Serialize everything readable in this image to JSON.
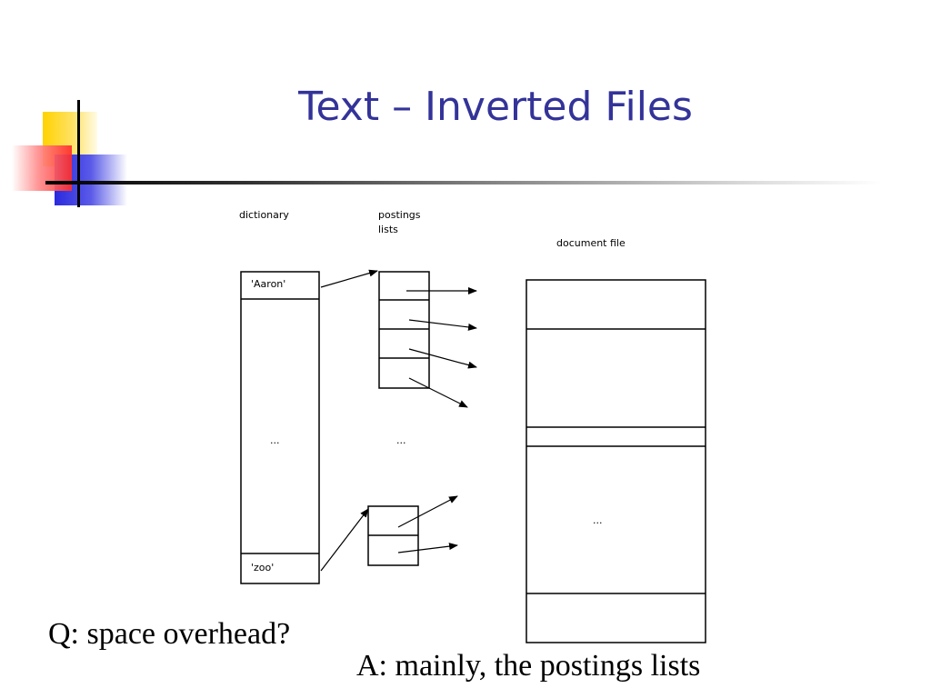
{
  "slide": {
    "title": "Text – Inverted Files",
    "question": "Q: space overhead?",
    "answer": "A: mainly, the postings lists"
  },
  "diagram": {
    "labels": {
      "dictionary": "dictionary",
      "postings_line1": "postings",
      "postings_line2": "lists",
      "document_file": "document file"
    },
    "dictionary_entries": [
      "'Aaron'",
      "'zoo'"
    ],
    "ellipsis": "..."
  },
  "colors": {
    "title": "#333399",
    "deco_yellow": "#ffd200",
    "deco_blue": "#2a2adf",
    "deco_red": "#ff2b2b"
  }
}
